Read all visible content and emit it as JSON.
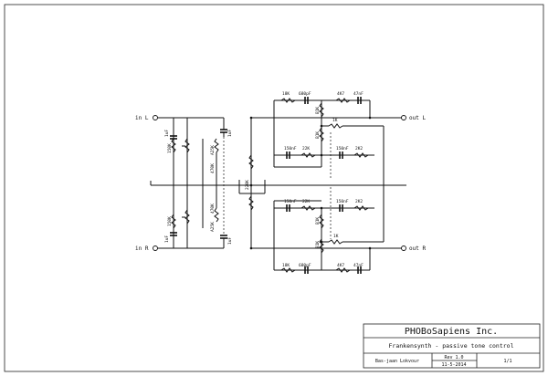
{
  "inputs": {
    "in_l": "in L",
    "in_r": "in R"
  },
  "outputs": {
    "out_l": "out L",
    "out_r": "out R"
  },
  "components": {
    "in_l_res": "150K",
    "in_r_res": "150K",
    "cap_in_l": "1uF",
    "cap_in_r": "1uF",
    "pot_in_l": "470K",
    "pot_in_r": "470K",
    "pot_in_l_val": "A25K",
    "pot_in_r_val": "A25K",
    "cap_l1": "1uF",
    "cap_r1": "1uF",
    "mid_pot": "220K",
    "top_r1": "18K",
    "top_c1": "680pF",
    "top_r2": "4K7",
    "top_c2": "47nF",
    "top_pot": "B1K",
    "top_r3": "1K",
    "top_pot2": "B1K",
    "top_c3": "150nF",
    "top_r4": "22K",
    "top_c4": "150nF",
    "top_r5": "2K2",
    "bot_c3": "150nF",
    "bot_r4": "22K",
    "bot_c4": "150nF",
    "bot_r5": "2K2",
    "bot_pot": "B1K",
    "bot_r3": "1K",
    "bot_pot2": "B1K",
    "bot_r1": "18K",
    "bot_c1": "680pF",
    "bot_r2": "4K7",
    "bot_c2": "47nF"
  },
  "title_block": {
    "company": "PHOBoSapiens Inc.",
    "title": "Frankensynth - passive tone control",
    "designer": "Bas-jaan Lokvour",
    "rev": "Rev 1.0",
    "date": "11-5-2014",
    "sheet": "1/1"
  }
}
